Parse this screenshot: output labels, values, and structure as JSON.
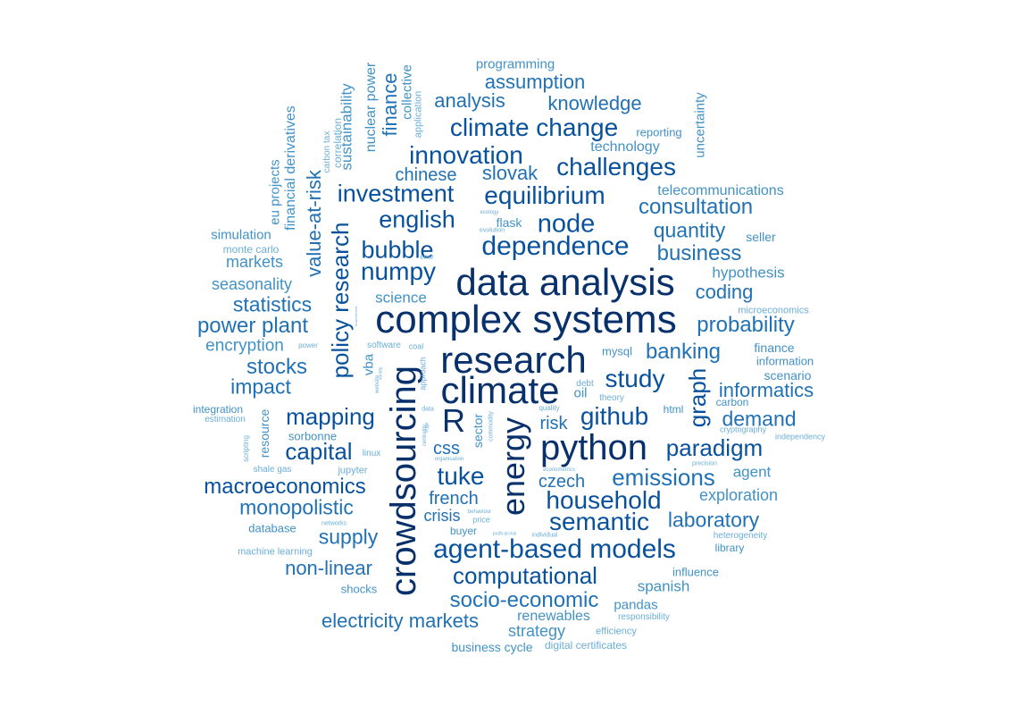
{
  "colors": [
    "#08306b",
    "#08519c",
    "#2171b5",
    "#4292c6",
    "#6baed6"
  ],
  "words": [
    {
      "text": "complex systems",
      "level": 0,
      "vertical": false
    },
    {
      "text": "data analysis",
      "level": 0,
      "vertical": false
    },
    {
      "text": "research",
      "level": 0,
      "vertical": false
    },
    {
      "text": "climate",
      "level": 0,
      "vertical": false
    },
    {
      "text": "python",
      "level": 0,
      "vertical": false
    },
    {
      "text": "crowdsourcing",
      "level": 0,
      "vertical": true
    },
    {
      "text": "energy",
      "level": 0,
      "vertical": true
    },
    {
      "text": "R",
      "level": 0,
      "vertical": false
    },
    {
      "text": "agent-based models",
      "level": 1,
      "vertical": false
    },
    {
      "text": "climate change",
      "level": 1,
      "vertical": false
    },
    {
      "text": "innovation",
      "level": 1,
      "vertical": false
    },
    {
      "text": "challenges",
      "level": 1,
      "vertical": false
    },
    {
      "text": "equilibrium",
      "level": 1,
      "vertical": false
    },
    {
      "text": "investment",
      "level": 1,
      "vertical": false
    },
    {
      "text": "dependence",
      "level": 1,
      "vertical": false
    },
    {
      "text": "node",
      "level": 1,
      "vertical": false
    },
    {
      "text": "english",
      "level": 1,
      "vertical": false
    },
    {
      "text": "bubble",
      "level": 1,
      "vertical": false
    },
    {
      "text": "numpy",
      "level": 1,
      "vertical": false
    },
    {
      "text": "study",
      "level": 1,
      "vertical": false
    },
    {
      "text": "github",
      "level": 1,
      "vertical": false
    },
    {
      "text": "household",
      "level": 1,
      "vertical": false
    },
    {
      "text": "semantic",
      "level": 1,
      "vertical": false
    },
    {
      "text": "paradigm",
      "level": 1,
      "vertical": false
    },
    {
      "text": "tuke",
      "level": 1,
      "vertical": false
    },
    {
      "text": "computational",
      "level": 1,
      "vertical": false
    },
    {
      "text": "mapping",
      "level": 1,
      "vertical": false
    },
    {
      "text": "capital",
      "level": 1,
      "vertical": false
    },
    {
      "text": "policy research",
      "level": 1,
      "vertical": true
    },
    {
      "text": "value-at-risk",
      "level": 2,
      "vertical": true
    },
    {
      "text": "graph",
      "level": 1,
      "vertical": true
    },
    {
      "text": "power plant",
      "level": 2,
      "vertical": false
    },
    {
      "text": "statistics",
      "level": 2,
      "vertical": false
    },
    {
      "text": "stocks",
      "level": 2,
      "vertical": false
    },
    {
      "text": "impact",
      "level": 2,
      "vertical": false
    },
    {
      "text": "macroeconomics",
      "level": 1,
      "vertical": false
    },
    {
      "text": "monopolistic",
      "level": 2,
      "vertical": false
    },
    {
      "text": "supply",
      "level": 2,
      "vertical": false
    },
    {
      "text": "non-linear",
      "level": 2,
      "vertical": false
    },
    {
      "text": "socio-economic",
      "level": 2,
      "vertical": false
    },
    {
      "text": "electricity markets",
      "level": 2,
      "vertical": false
    },
    {
      "text": "banking",
      "level": 2,
      "vertical": false
    },
    {
      "text": "probability",
      "level": 2,
      "vertical": false
    },
    {
      "text": "informatics",
      "level": 2,
      "vertical": false
    },
    {
      "text": "demand",
      "level": 2,
      "vertical": false
    },
    {
      "text": "emissions",
      "level": 2,
      "vertical": false
    },
    {
      "text": "laboratory",
      "level": 2,
      "vertical": false
    },
    {
      "text": "consultation",
      "level": 2,
      "vertical": false
    },
    {
      "text": "quantity",
      "level": 2,
      "vertical": false
    },
    {
      "text": "business",
      "level": 2,
      "vertical": false
    },
    {
      "text": "coding",
      "level": 2,
      "vertical": false
    },
    {
      "text": "assumption",
      "level": 2,
      "vertical": false
    },
    {
      "text": "knowledge",
      "level": 2,
      "vertical": false
    },
    {
      "text": "analysis",
      "level": 2,
      "vertical": false
    },
    {
      "text": "chinese",
      "level": 2,
      "vertical": false
    },
    {
      "text": "slovak",
      "level": 2,
      "vertical": false
    },
    {
      "text": "french",
      "level": 2,
      "vertical": false
    },
    {
      "text": "czech",
      "level": 2,
      "vertical": false
    },
    {
      "text": "css",
      "level": 2,
      "vertical": false
    },
    {
      "text": "risk",
      "level": 2,
      "vertical": false
    },
    {
      "text": "crisis",
      "level": 2,
      "vertical": false
    },
    {
      "text": "finance",
      "level": 2,
      "vertical": true
    },
    {
      "text": "encryption",
      "level": 3,
      "vertical": false
    },
    {
      "text": "seasonality",
      "level": 3,
      "vertical": false
    },
    {
      "text": "markets",
      "level": 3,
      "vertical": false
    },
    {
      "text": "simulation",
      "level": 3,
      "vertical": false
    },
    {
      "text": "monte carlo",
      "level": 4,
      "vertical": false
    },
    {
      "text": "science",
      "level": 3,
      "vertical": false
    },
    {
      "text": "programming",
      "level": 3,
      "vertical": false
    },
    {
      "text": "technology",
      "level": 3,
      "vertical": false
    },
    {
      "text": "reporting",
      "level": 3,
      "vertical": false
    },
    {
      "text": "telecommunications",
      "level": 3,
      "vertical": false
    },
    {
      "text": "hypothesis",
      "level": 3,
      "vertical": false
    },
    {
      "text": "seller",
      "level": 3,
      "vertical": false
    },
    {
      "text": "microeconomics",
      "level": 4,
      "vertical": false
    },
    {
      "text": "finance",
      "level": 3,
      "vertical": false
    },
    {
      "text": "information",
      "level": 3,
      "vertical": false
    },
    {
      "text": "scenario",
      "level": 3,
      "vertical": false
    },
    {
      "text": "carbon",
      "level": 3,
      "vertical": false
    },
    {
      "text": "cryptography",
      "level": 4,
      "vertical": false
    },
    {
      "text": "independency",
      "level": 4,
      "vertical": false
    },
    {
      "text": "agent",
      "level": 3,
      "vertical": false
    },
    {
      "text": "exploration",
      "level": 3,
      "vertical": false
    },
    {
      "text": "precision",
      "level": 4,
      "vertical": false
    },
    {
      "text": "heterogeneity",
      "level": 4,
      "vertical": false
    },
    {
      "text": "library",
      "level": 3,
      "vertical": false
    },
    {
      "text": "influence",
      "level": 3,
      "vertical": false
    },
    {
      "text": "spanish",
      "level": 3,
      "vertical": false
    },
    {
      "text": "pandas",
      "level": 3,
      "vertical": false
    },
    {
      "text": "responsibility",
      "level": 4,
      "vertical": false
    },
    {
      "text": "renewables",
      "level": 3,
      "vertical": false
    },
    {
      "text": "strategy",
      "level": 3,
      "vertical": false
    },
    {
      "text": "efficiency",
      "level": 4,
      "vertical": false
    },
    {
      "text": "business cycle",
      "level": 3,
      "vertical": false
    },
    {
      "text": "digital certificates",
      "level": 4,
      "vertical": false
    },
    {
      "text": "integration",
      "level": 3,
      "vertical": false
    },
    {
      "text": "estimation",
      "level": 4,
      "vertical": false
    },
    {
      "text": "sorbonne",
      "level": 3,
      "vertical": false
    },
    {
      "text": "linux",
      "level": 4,
      "vertical": false
    },
    {
      "text": "shale gas",
      "level": 4,
      "vertical": false
    },
    {
      "text": "jupyter",
      "level": 4,
      "vertical": false
    },
    {
      "text": "database",
      "level": 3,
      "vertical": false
    },
    {
      "text": "networks",
      "level": 4,
      "vertical": false
    },
    {
      "text": "machine learning",
      "level": 4,
      "vertical": false
    },
    {
      "text": "shocks",
      "level": 3,
      "vertical": false
    },
    {
      "text": "buyer",
      "level": 3,
      "vertical": false
    },
    {
      "text": "price",
      "level": 4,
      "vertical": false
    },
    {
      "text": "html",
      "level": 3,
      "vertical": false
    },
    {
      "text": "mysql",
      "level": 3,
      "vertical": false
    },
    {
      "text": "oil",
      "level": 3,
      "vertical": false
    },
    {
      "text": "debt",
      "level": 4,
      "vertical": false
    },
    {
      "text": "theory",
      "level": 4,
      "vertical": false
    },
    {
      "text": "software",
      "level": 4,
      "vertical": false
    },
    {
      "text": "coal",
      "level": 4,
      "vertical": false
    },
    {
      "text": "power",
      "level": 4,
      "vertical": false
    },
    {
      "text": "flask",
      "level": 3,
      "vertical": false
    },
    {
      "text": "emir",
      "level": 4,
      "vertical": false
    },
    {
      "text": "quality",
      "level": 4,
      "vertical": false
    },
    {
      "text": "individual",
      "level": 4,
      "vertical": false
    },
    {
      "text": "behaviour",
      "level": 4,
      "vertical": false
    },
    {
      "text": "profit-at-risk",
      "level": 4,
      "vertical": false
    },
    {
      "text": "econometrics",
      "level": 4,
      "vertical": false
    },
    {
      "text": "organisation",
      "level": 4,
      "vertical": false
    },
    {
      "text": "data",
      "level": 4,
      "vertical": false
    },
    {
      "text": "ecology",
      "level": 4,
      "vertical": false
    },
    {
      "text": "evolution",
      "level": 4,
      "vertical": false
    },
    {
      "text": "financial derivatives",
      "level": 3,
      "vertical": true
    },
    {
      "text": "eu projects",
      "level": 3,
      "vertical": true
    },
    {
      "text": "sustainability",
      "level": 3,
      "vertical": true
    },
    {
      "text": "nuclear power",
      "level": 3,
      "vertical": true
    },
    {
      "text": "collective",
      "level": 3,
      "vertical": true
    },
    {
      "text": "application",
      "level": 4,
      "vertical": true
    },
    {
      "text": "correlation",
      "level": 4,
      "vertical": true
    },
    {
      "text": "carbon tax",
      "level": 4,
      "vertical": true
    },
    {
      "text": "uncertainty",
      "level": 3,
      "vertical": true
    },
    {
      "text": "resource",
      "level": 3,
      "vertical": true
    },
    {
      "text": "vba",
      "level": 3,
      "vertical": true
    },
    {
      "text": "approach",
      "level": 4,
      "vertical": true
    },
    {
      "text": "sector",
      "level": 3,
      "vertical": true
    },
    {
      "text": "commodity",
      "level": 4,
      "vertical": true
    },
    {
      "text": "centrality",
      "level": 4,
      "vertical": true
    },
    {
      "text": "scripting",
      "level": 4,
      "vertical": true
    },
    {
      "text": "edge",
      "level": 4,
      "vertical": true
    },
    {
      "text": "website",
      "level": 4,
      "vertical": true
    },
    {
      "text": "variety",
      "level": 4,
      "vertical": true
    },
    {
      "text": "environment",
      "level": 4,
      "vertical": true
    }
  ]
}
